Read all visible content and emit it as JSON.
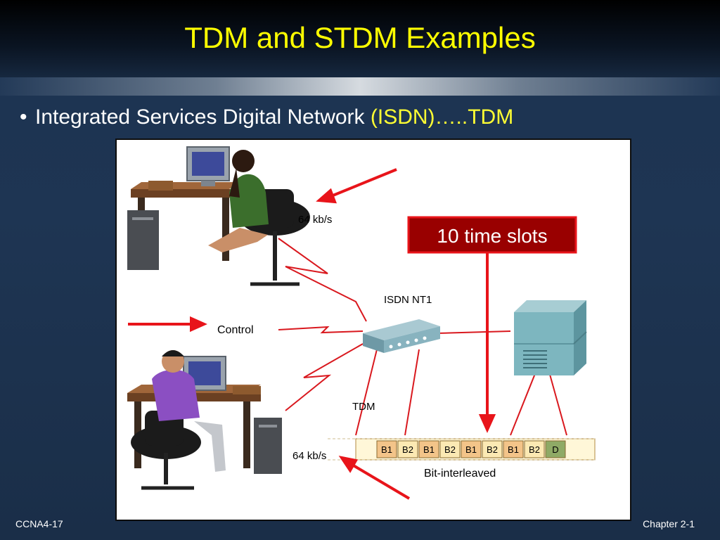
{
  "slide": {
    "title": "TDM and STDM Examples",
    "bullet_text": "Integrated Services Digital Network ",
    "bullet_highlight": "(ISDN)…..TDM",
    "footer_left": "CCNA4-17",
    "footer_right": "Chapter 2-1"
  },
  "figure": {
    "label_64_top": "64 kb/s",
    "label_control": "Control",
    "label_isdn": "ISDN NT1",
    "label_tdm": "TDM",
    "label_64_bottom": "64 kb/s",
    "label_bit_interleaved": "Bit-interleaved",
    "callout": "10 time slots",
    "frame_slots": [
      "B1",
      "B2",
      "B1",
      "B2",
      "B1",
      "B2",
      "B1",
      "B2",
      "D"
    ]
  },
  "colors": {
    "title": "#ffff00",
    "highlight": "#ffff33",
    "arrow": "#e8141a",
    "callout_bg": "#990000",
    "slot_b1": "#f3c489",
    "slot_b2": "#fbe9b3",
    "slot_d": "#8faa66"
  }
}
